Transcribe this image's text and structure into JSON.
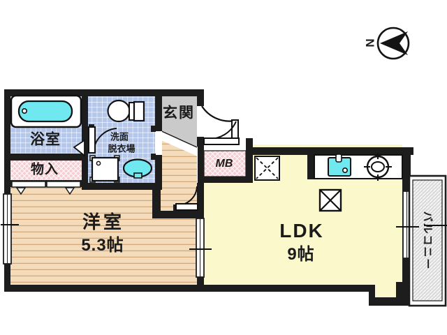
{
  "plan_type": "apartment-floor-plan",
  "compass": {
    "north_label": "N"
  },
  "rooms": {
    "bath": {
      "label": "浴室"
    },
    "washroom": {
      "label_line1": "洗面",
      "label_line2": "脱衣場"
    },
    "entrance": {
      "label": "玄関"
    },
    "storage": {
      "label": "物入"
    },
    "meter_box": {
      "label": "MB"
    },
    "western_room": {
      "label": "洋室",
      "size": "5.3帖"
    },
    "ldk": {
      "label": "LDK",
      "size": "9帖"
    },
    "balcony": {
      "label": "バルコニー"
    }
  },
  "fixtures": {
    "bathtub": "bathtub-icon",
    "toilet": "toilet-icon",
    "washing_machine": "washing-machine-icon",
    "washbasin": "washbasin-icon",
    "kitchen_sink": "kitchen-sink-icon",
    "stove": "stove-burner-icon",
    "refrigerator_space": "dashed-x-square-icon",
    "table_space": "x-square-icon"
  },
  "colors": {
    "wall": "#1d1d1d",
    "wood_floor": "#f4dcba",
    "wood_line": "#d0a87c",
    "ldk_floor": "#fbf8cc",
    "tile": "#b4c7ea",
    "pink": "#f5cdd2",
    "entrance_gray": "#cacaca",
    "balcony_gray": "#dadada",
    "fixture_cyan": "#6fe8f0"
  }
}
